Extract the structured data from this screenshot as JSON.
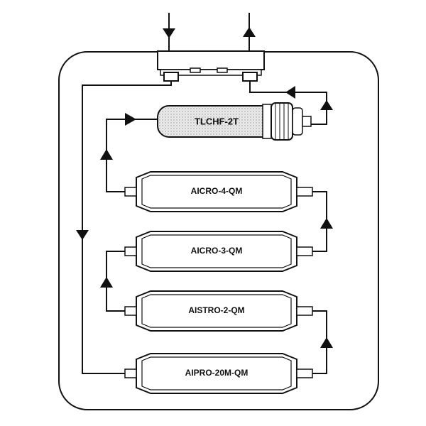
{
  "filters": {
    "post_filter": {
      "label": "TLCHF-2T"
    },
    "membrane_4": {
      "label": "AICRO-4-QM"
    },
    "membrane_3": {
      "label": "AICRO-3-QM"
    },
    "membrane_2": {
      "label": "AISTRO-2-QM"
    },
    "membrane_1": {
      "label": "AIPRO-20M-QM"
    }
  },
  "colors": {
    "stroke": "#111111",
    "housing_fill": "#ffffff",
    "cartridge_fill": "#e6e6e6",
    "background": "#ffffff"
  }
}
